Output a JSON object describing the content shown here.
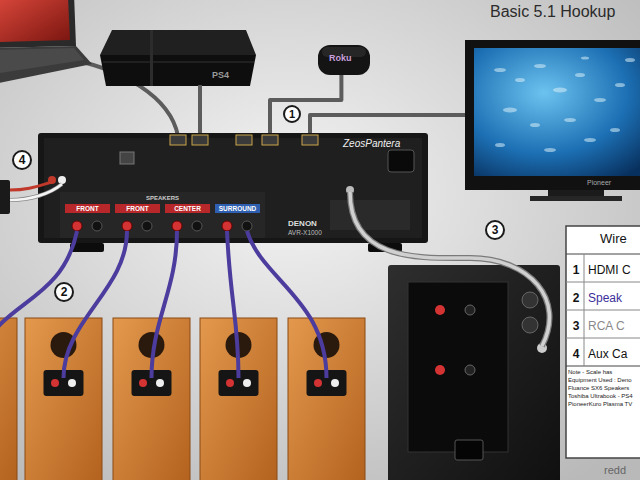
{
  "diagram": {
    "title": "Basic 5.1 Hookup",
    "nodes": [
      {
        "text": [
          "PS4"
        ]
      },
      {
        "text": [
          "Roku"
        ]
      },
      {
        "text": [
          "Pioneer"
        ]
      },
      {
        "text": [
          "ZeosPantera",
          "DENON",
          "AVR-X1000"
        ]
      },
      {
        "text": [
          "Wire"
        ]
      },
      {
        "text": [
          "Note - Scale has",
          "Equipment Used : Deno",
          "Fluance SX6 Speakers",
          "Toshiba Ultrabook - PS4",
          "PioneerKuro Plasma TV"
        ],
        "in": 4
      }
    ],
    "edges": [
      {
        "from": 0,
        "to": 3,
        "arrow": "none"
      },
      {
        "from": 1,
        "to": 3,
        "arrow": "none"
      },
      {
        "from": 3,
        "to": 2,
        "arrow": "none"
      }
    ],
    "labels": [
      "1",
      "2",
      "3",
      "4",
      "SPEAKERS",
      "FRONT",
      "FRONT",
      "CENTER",
      "SURROUND",
      "1",
      "2",
      "3",
      "4",
      "redd"
    ],
    "legend": [
      {
        "text": "HDMI C"
      },
      {
        "text": "Speak"
      },
      {
        "text": "RCA C"
      },
      {
        "text": "Aux Ca"
      }
    ]
  }
}
